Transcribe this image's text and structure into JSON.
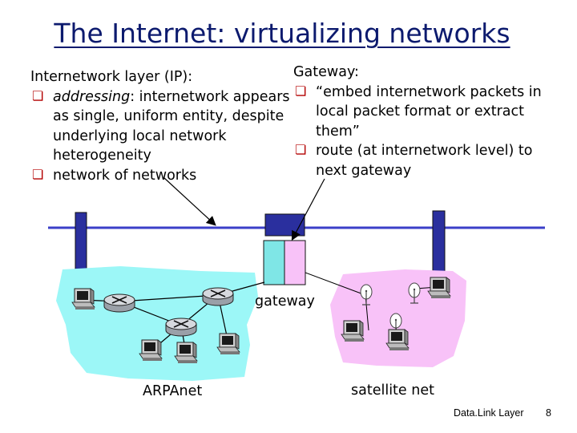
{
  "slide": {
    "title": "The Internet: virtualizing networks",
    "left": {
      "heading": "Internetwork layer (IP):",
      "bullet1_prefix": "addressing",
      "bullet1_rest": ": internetwork appears as single, uniform entity, despite underlying local network heterogeneity",
      "bullet2": "network of networks"
    },
    "right": {
      "heading": "Gateway:",
      "bullet1": "“embed internetwork packets in local packet format or extract them”",
      "bullet2": "route (at internetwork level) to next gateway"
    },
    "labels": {
      "gateway": "gateway",
      "arpanet": "ARPAnet",
      "satellite": "satellite net"
    },
    "footer": {
      "course": "Data.Link Layer",
      "page": "8"
    }
  },
  "colors": {
    "title": "#0c1a6e",
    "bullet": "#b30000",
    "backbone": "#3b3fc8",
    "arpanet_cloud": "#9cf7f7",
    "satellite_cloud": "#f8c2f8",
    "gateway_left": "#7fe6e6",
    "gateway_right": "#f8c2f8",
    "node_blue": "#2a2f9e"
  },
  "icons": [
    "bullet-icon",
    "router-icon",
    "computer-icon",
    "satellite-dish-icon",
    "pointer-arrow-icon"
  ]
}
